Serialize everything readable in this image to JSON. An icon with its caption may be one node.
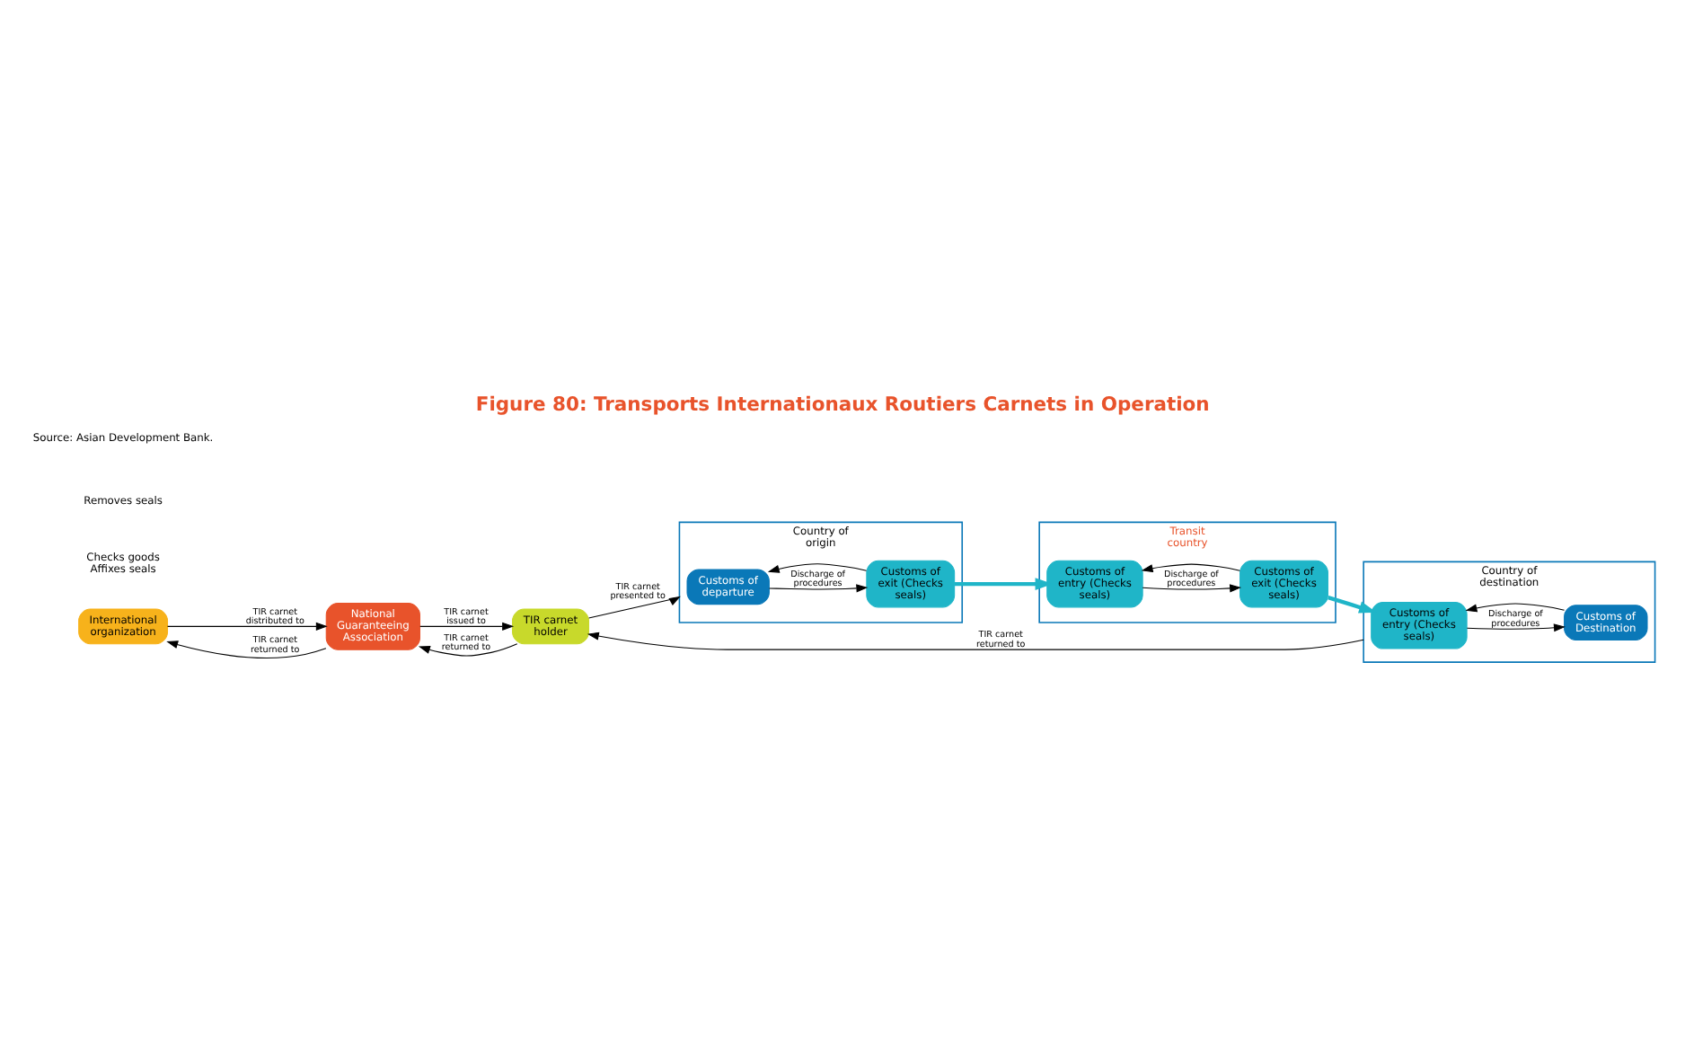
{
  "diagram": {
    "title": "Figure 80: Transports Internationaux Routiers Carnets in Operation",
    "caption": "Source: Asian Development Bank.",
    "nodes": [
      {
        "text": [
          "International organization"
        ]
      },
      {
        "text": [
          "National Guaranteeing Association"
        ]
      },
      {
        "text": [
          "TIR carnet holder"
        ]
      },
      {
        "text": [
          "Country of origin"
        ]
      },
      {
        "text": [
          "Customs of departure"
        ],
        "in": 3
      },
      {
        "text": [
          "Customs of exit (Checks seals)"
        ],
        "in": 3
      },
      {
        "text": [
          "Transit country"
        ]
      },
      {
        "text": [
          "Customs of entry (Checks seals)"
        ],
        "in": 6
      },
      {
        "text": [
          "Customs of exit (Checks seals)"
        ],
        "in": 6
      },
      {
        "text": [
          "Country of destination"
        ]
      },
      {
        "text": [
          "Customs of entry (Checks seals)"
        ],
        "in": 9
      },
      {
        "text": [
          "Customs of Destination"
        ],
        "in": 9
      }
    ],
    "edges": [
      {
        "from": 1,
        "to": 0,
        "arrow": "to",
        "label": "TIR carnet returned to"
      },
      {
        "from": 0,
        "to": 1,
        "arrow": "to",
        "label": "TIR carnet distributed to"
      },
      {
        "from": 1,
        "to": 2,
        "arrow": "to",
        "label": "TIR carnet issued to"
      },
      {
        "from": 2,
        "to": 1,
        "arrow": "to",
        "label": "TIR carnet returned to"
      },
      {
        "from": 2,
        "to": 3,
        "arrow": "to",
        "label": "TIR carnet presented to"
      },
      {
        "from": 4,
        "to": 5,
        "arrow": "to",
        "label": "Discharge of procedures"
      },
      {
        "from": 5,
        "to": 4,
        "arrow": "to"
      },
      {
        "from": 5,
        "to": 7,
        "arrow": "to",
        "style": "thick",
        "color": "#1fb5c8"
      },
      {
        "from": 7,
        "to": 8,
        "arrow": "to",
        "label": "Discharge of procedures"
      },
      {
        "from": 8,
        "to": 7,
        "arrow": "to"
      },
      {
        "from": 8,
        "to": 10,
        "arrow": "to",
        "style": "thick",
        "color": "#1fb5c8"
      },
      {
        "from": 10,
        "to": 11,
        "arrow": "to",
        "label": "Discharge of procedures"
      },
      {
        "from": 11,
        "to": 10,
        "arrow": "to"
      },
      {
        "from": 9,
        "to": 2,
        "arrow": "to",
        "label": "TIR carnet returned to"
      }
    ],
    "labels": [
      "Checks goods Affixes seals",
      "Removes seals"
    ]
  }
}
